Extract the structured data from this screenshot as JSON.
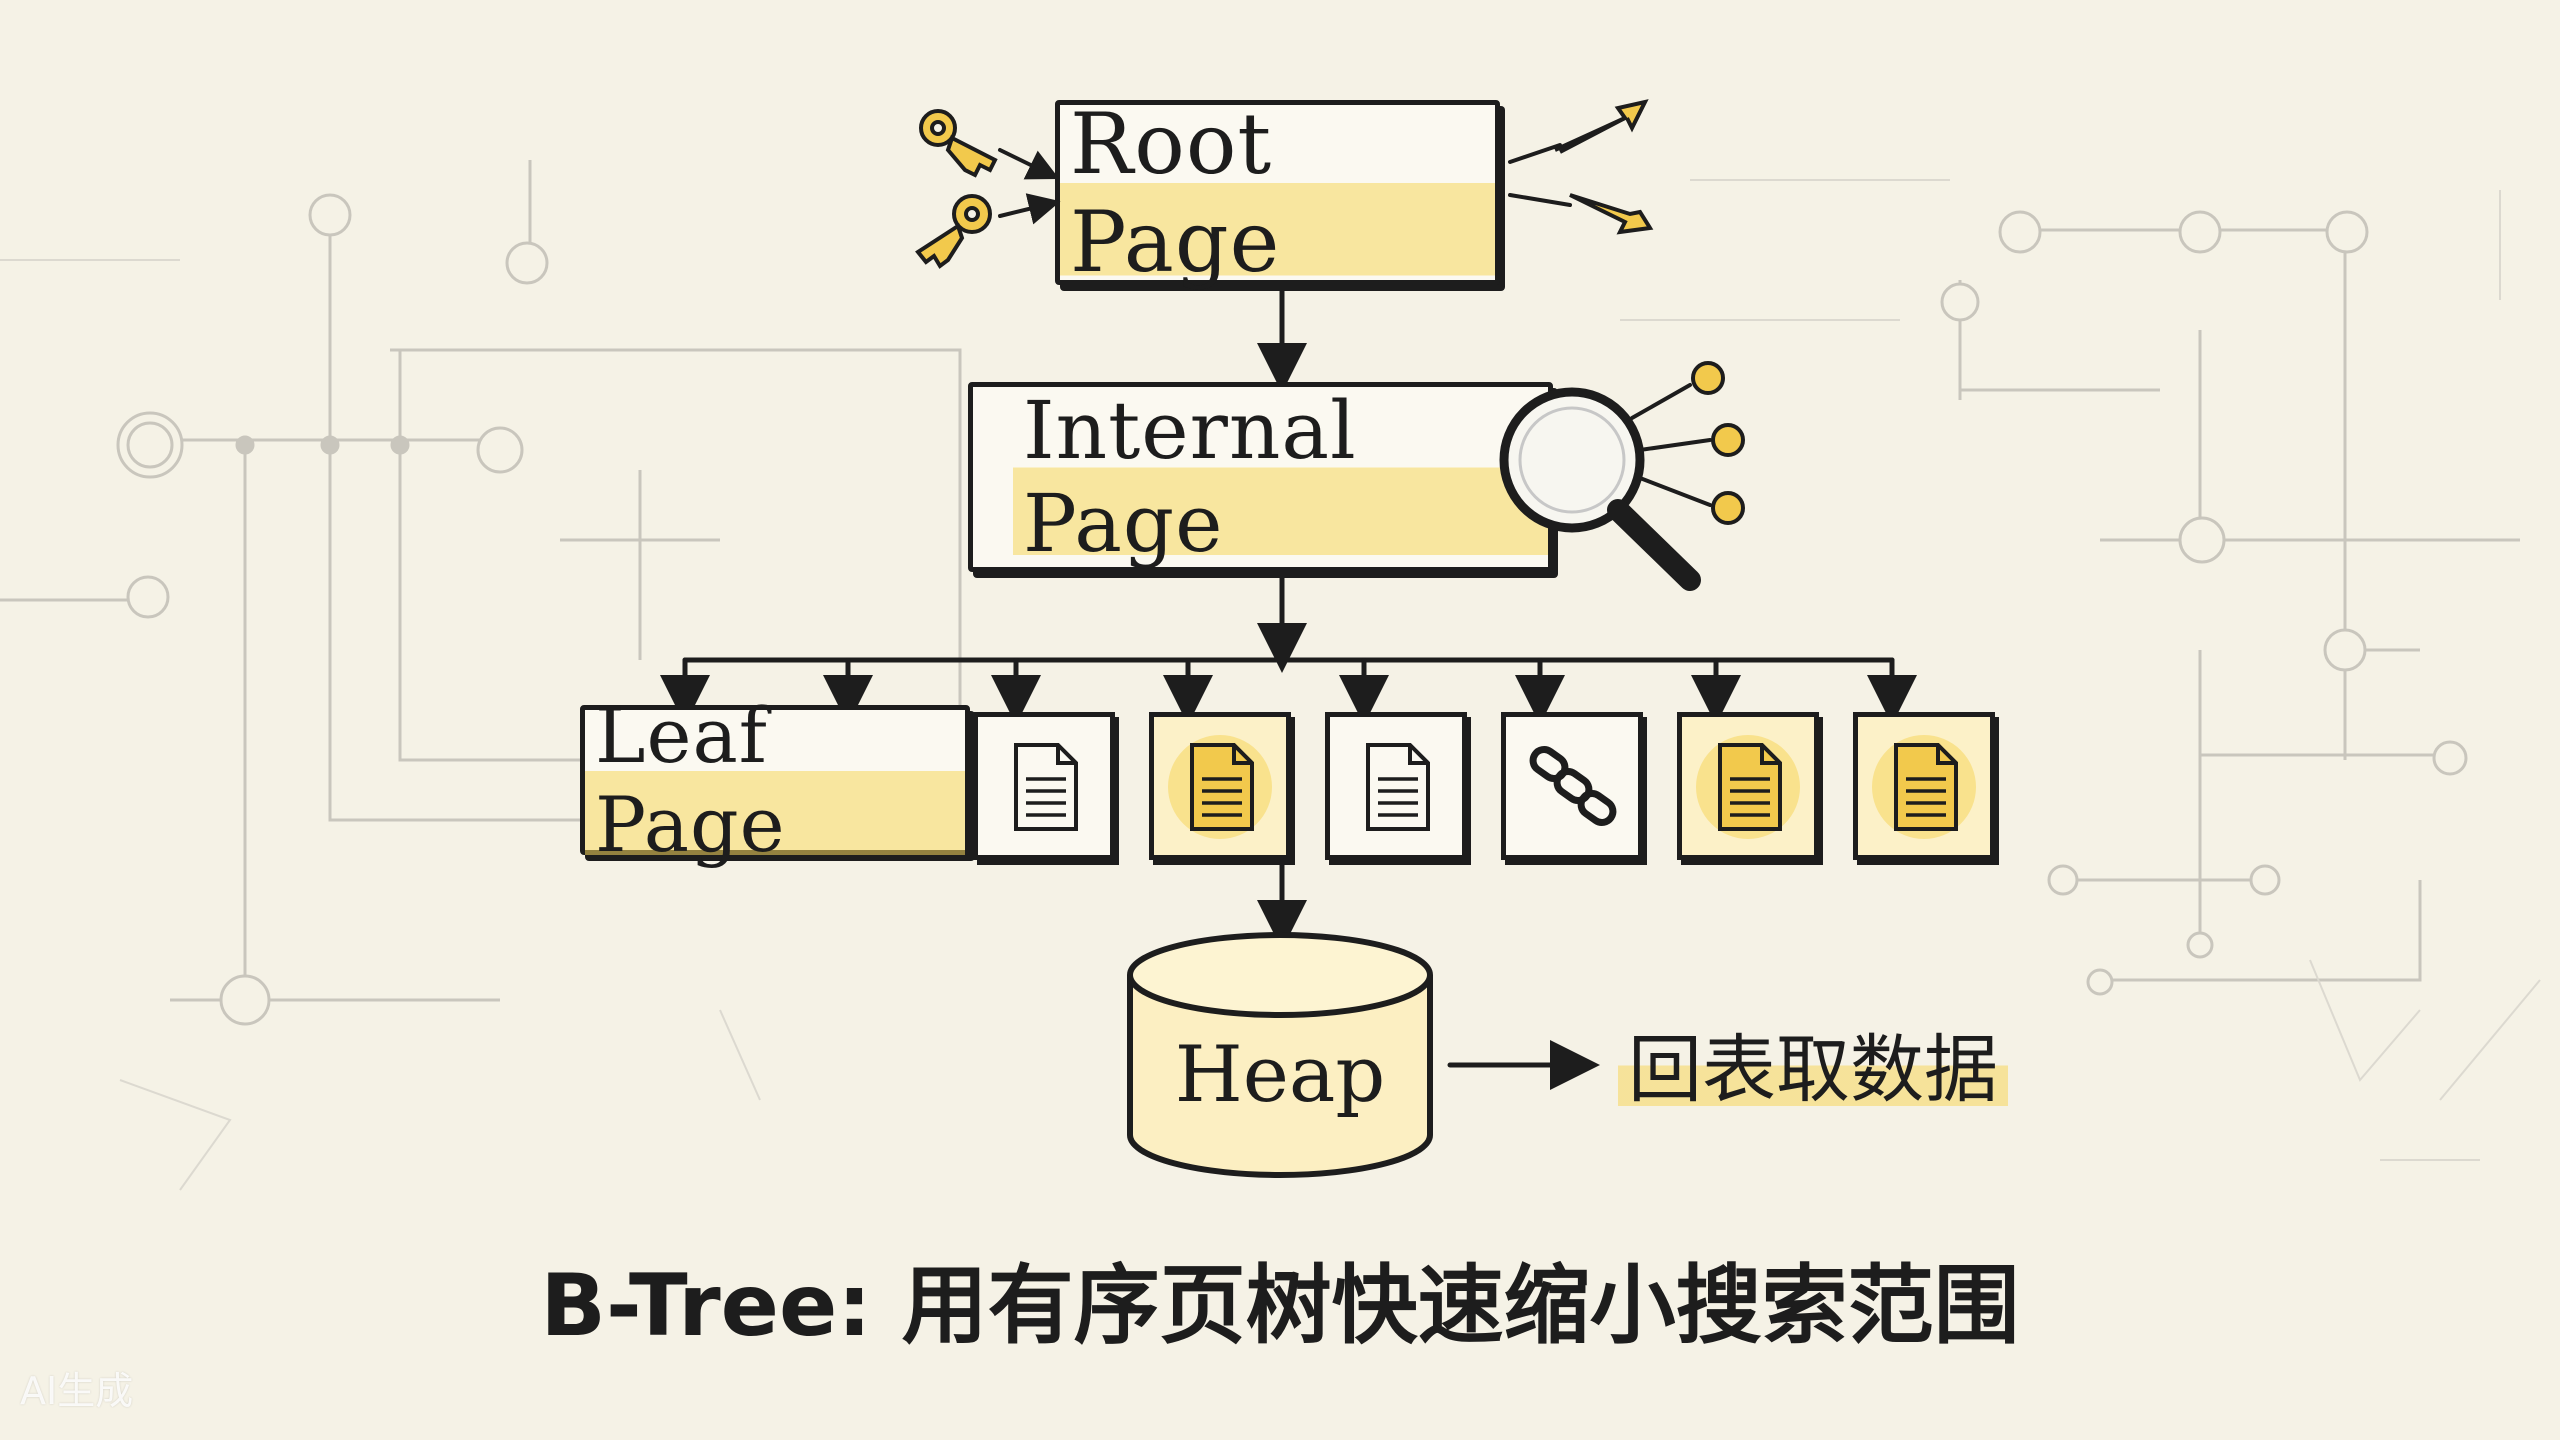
{
  "nodes": {
    "root": "Root Page",
    "internal": "Internal Page",
    "leaf": "Leaf Page",
    "heap": "Heap"
  },
  "output_label": "回表取数据",
  "caption": "B-Tree: 用有序页树快速缩小搜索范围",
  "watermark": "AI生成",
  "colors": {
    "ink": "#1d1d1d",
    "accent": "#f6d65c",
    "paper": "#f5f2e6",
    "circuit": "#c9c6bd"
  },
  "leaf_cards": [
    {
      "icon": "document-icon",
      "highlight": false
    },
    {
      "icon": "document-icon",
      "highlight": true
    },
    {
      "icon": "document-icon",
      "highlight": false
    },
    {
      "icon": "chain-link-icon",
      "highlight": false
    },
    {
      "icon": "document-icon",
      "highlight": true
    },
    {
      "icon": "document-icon",
      "highlight": true
    }
  ]
}
